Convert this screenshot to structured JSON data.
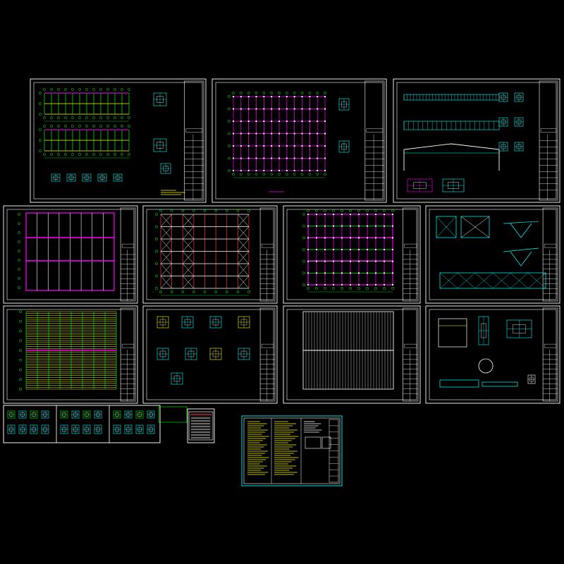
{
  "drawing_set": {
    "background": "#000000",
    "palette": {
      "frame": "#ffffff",
      "grid_axis": "#00ff00",
      "beam": "#ff00ff",
      "column": "#ffff00",
      "detail": "#00ffff",
      "brace": "#ff3333",
      "note": "#ffff00",
      "cover_frame": "#00ffff"
    },
    "sheets": [
      {
        "id": "s1",
        "kind": "elevations-and-details"
      },
      {
        "id": "s2",
        "kind": "column-grid-plan"
      },
      {
        "id": "s3",
        "kind": "frame-elevation-and-details"
      },
      {
        "id": "s4",
        "kind": "roof-beam-plan"
      },
      {
        "id": "s5",
        "kind": "bracing-plan"
      },
      {
        "id": "s6",
        "kind": "purlin-plan"
      },
      {
        "id": "s7",
        "kind": "bracing-details"
      },
      {
        "id": "s8",
        "kind": "purlin-layout-grid"
      },
      {
        "id": "s9",
        "kind": "connection-details"
      },
      {
        "id": "s10",
        "kind": "roof-panel-layout"
      },
      {
        "id": "s11",
        "kind": "gable-details"
      },
      {
        "id": "s12",
        "kind": "small-details-strip"
      },
      {
        "id": "s13",
        "kind": "drawing-index-table"
      },
      {
        "id": "s14",
        "kind": "general-notes-cover"
      }
    ]
  }
}
